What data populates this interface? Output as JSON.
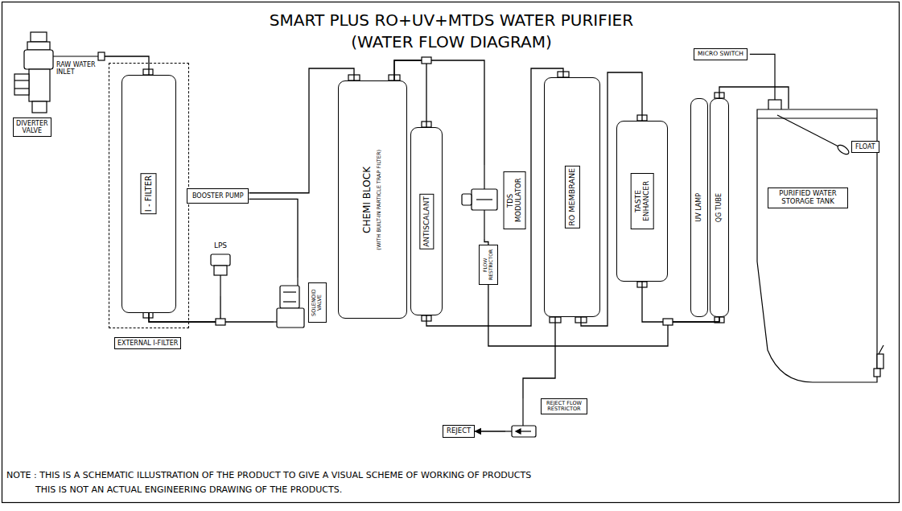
{
  "diagram": {
    "title": "SMART PLUS RO+UV+MTDS WATER PURIFIER (WATER FLOW DIAGRAM)",
    "nodes": [
      {
        "text": [
          "RAW WATER INLET",
          "DIVERTER VALVE"
        ]
      },
      {
        "text": [
          "EXTERNAL I-FILTER"
        ]
      },
      {
        "text": [
          "I - FILTER"
        ],
        "in": 1
      },
      {
        "text": [
          "LPS"
        ]
      },
      {
        "text": [
          "SOLENOID VALVE"
        ]
      },
      {
        "text": [
          "BOOSTER PUMP"
        ]
      },
      {
        "text": [
          "CHEMI BLOCK",
          "(WITH BUILT-IN PARTICLE TRAP FILTER)"
        ]
      },
      {
        "text": [
          "ANTISCALANT"
        ]
      },
      {
        "text": [
          "TDS MODULATOR"
        ]
      },
      {
        "text": [
          "FLOW RESTRICTOR"
        ]
      },
      {
        "text": [
          "RO MEMBRANE"
        ]
      },
      {
        "text": [
          "TASTE ENHANCER"
        ]
      },
      {
        "text": [
          "UV LAMP"
        ]
      },
      {
        "text": [
          "QG TUBE"
        ]
      },
      {
        "text": [
          "PURIFIED WATER STORAGE TANK"
        ]
      },
      {
        "text": [
          "FLOAT"
        ],
        "in": 14
      },
      {
        "text": [
          "MICRO SWITCH"
        ]
      },
      {
        "text": [
          "REJECT FLOW RESTRICTOR"
        ]
      },
      {
        "text": [
          "REJECT"
        ]
      }
    ],
    "edges": [
      {
        "from": 0,
        "to": 2,
        "arrow": "none"
      },
      {
        "from": 2,
        "to": 3,
        "arrow": "none"
      },
      {
        "from": 2,
        "to": 4,
        "arrow": "none"
      },
      {
        "from": 4,
        "to": 5,
        "arrow": "none"
      },
      {
        "from": 5,
        "to": 6,
        "arrow": "none"
      },
      {
        "from": 6,
        "to": 7,
        "arrow": "none"
      },
      {
        "from": 6,
        "to": 8,
        "arrow": "none"
      },
      {
        "from": 8,
        "to": 9,
        "arrow": "none"
      },
      {
        "from": 7,
        "to": 10,
        "arrow": "none"
      },
      {
        "from": 9,
        "to": 13,
        "arrow": "none"
      },
      {
        "from": 10,
        "to": 11,
        "arrow": "none"
      },
      {
        "from": 11,
        "to": 13,
        "arrow": "none"
      },
      {
        "from": 10,
        "to": 17,
        "arrow": "none"
      },
      {
        "from": 13,
        "to": 14,
        "arrow": "none"
      },
      {
        "from": 17,
        "to": 18,
        "arrow": "to"
      }
    ],
    "labels": [
      "NOTE : THIS IS A SCHEMATIC ILLUSTRATION OF THE PRODUCT TO GIVE A VISUAL SCHEME OF WORKING OF PRODUCTS",
      "THIS IS NOT AN ACTUAL ENGINEERING DRAWING OF THE PRODUCTS."
    ]
  }
}
